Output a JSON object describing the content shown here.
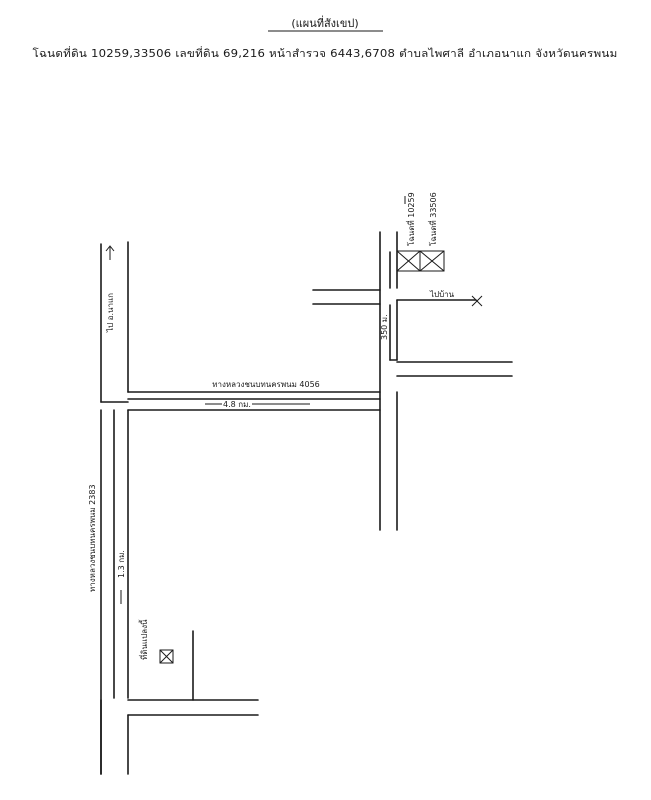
{
  "header": {
    "title": "(แผนที่สังเขป)",
    "caption": "โฉนดที่ดิน 10259,33506  เลขที่ดิน 69,216  หน้าสำรวจ 6443,6708  ตำบลไพศาลี  อำเภอนาแก  จังหวัดนครพนม"
  },
  "labels": {
    "top_road": "ไป อ.นาแก",
    "road_4056": "ทางหลวงชนบทนครพนม 4056",
    "dist_48": "4.8 กม.",
    "road_2383": "ทางหลวงชนบทนครพนม 2383",
    "dist_13": "1.3 กม.",
    "plot_1": "โฉนดที่ 10259",
    "plot_2": "โฉนดที่ 33506",
    "to_village": "ไปบ้าน",
    "dist_350": "350 ม.",
    "lower_plot": "ที่ดินแปลงนี้"
  },
  "icons": {
    "arrow": "arrow-icon",
    "parcel_marker": "parcel-box-icon"
  }
}
